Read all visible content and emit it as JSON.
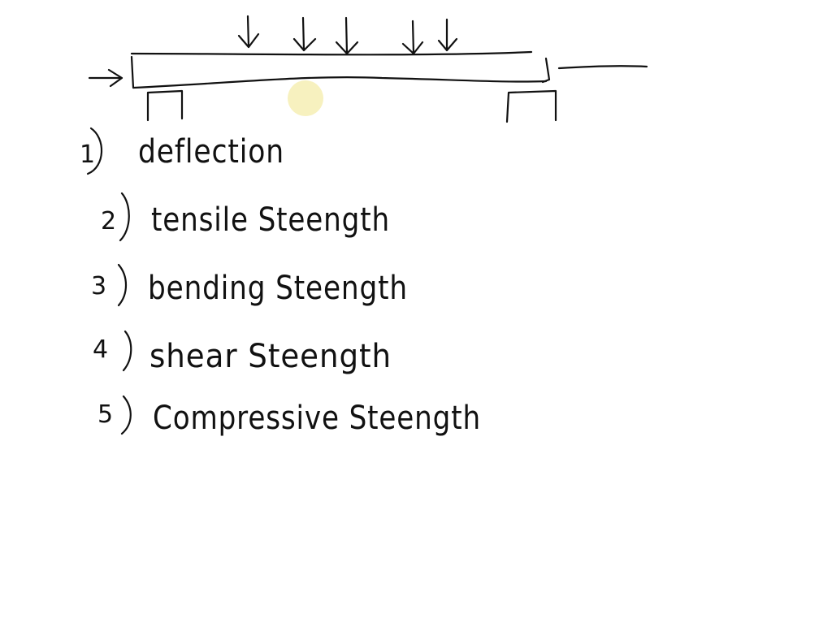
{
  "list": {
    "items": [
      {
        "num": "1",
        "text": "deflection"
      },
      {
        "num": "2",
        "text": "tensile Steength"
      },
      {
        "num": "3",
        "text": "bending Steength"
      },
      {
        "num": "4",
        "text": "shear Steength"
      },
      {
        "num": "5",
        "text": "Compressive Steength"
      }
    ]
  },
  "colors": {
    "ink": "#111111",
    "background": "#ffffff",
    "pointer": "#f6f0b8"
  }
}
